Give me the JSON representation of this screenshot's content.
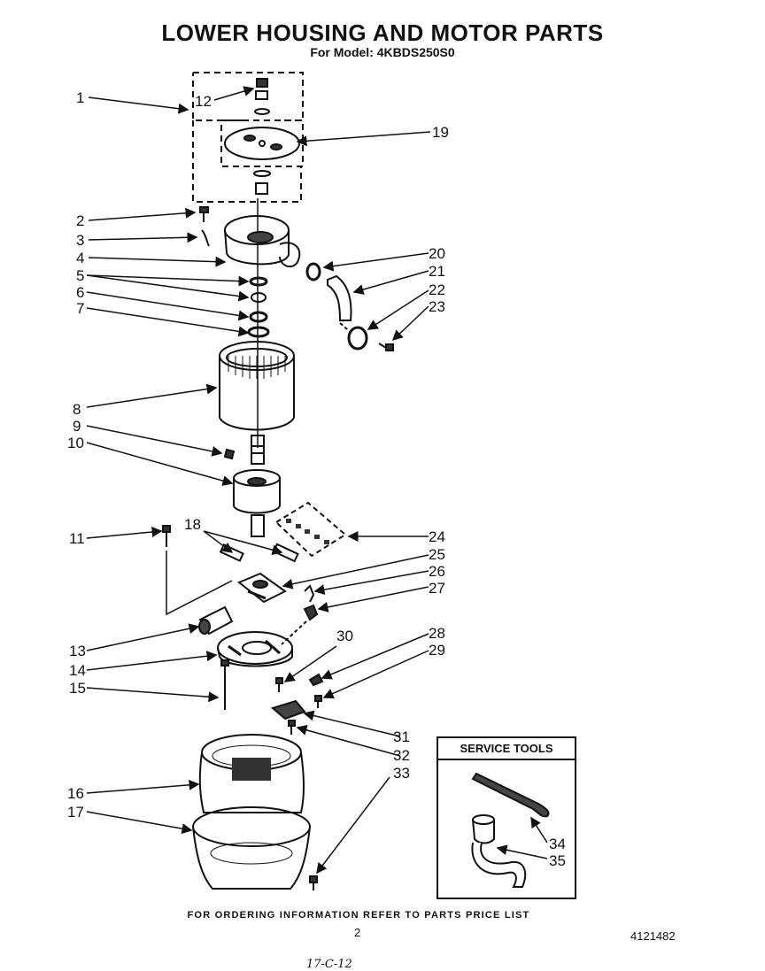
{
  "title": "LOWER HOUSING AND MOTOR PARTS",
  "subtitle": "For Model: 4KBDS250S0",
  "footer_note": "FOR ORDERING INFORMATION REFER TO PARTS PRICE LIST",
  "page_number": "2",
  "document_number": "4121482",
  "handwritten_note": "17-C-12",
  "service_tools_title": "SERVICE TOOLS",
  "callouts": {
    "c1": "1",
    "c2": "2",
    "c3": "3",
    "c4": "4",
    "c5": "5",
    "c6": "6",
    "c7": "7",
    "c8": "8",
    "c9": "9",
    "c10": "10",
    "c11": "11",
    "c12": "12",
    "c13": "13",
    "c14": "14",
    "c15": "15",
    "c16": "16",
    "c17": "17",
    "c18": "18",
    "c19": "19",
    "c20": "20",
    "c21": "21",
    "c22": "22",
    "c23": "23",
    "c24": "24",
    "c25": "25",
    "c26": "26",
    "c27": "27",
    "c28": "28",
    "c29": "29",
    "c30": "30",
    "c31": "31",
    "c32": "32",
    "c33": "33",
    "c34": "34",
    "c35": "35"
  }
}
